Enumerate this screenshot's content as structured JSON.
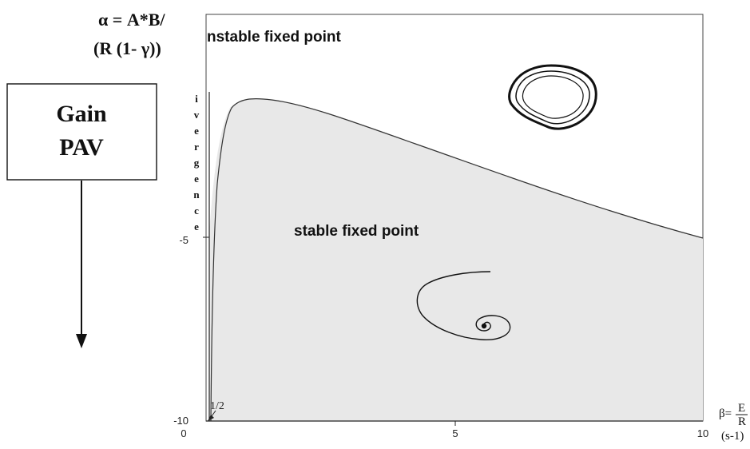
{
  "equation": {
    "line1": "α = A*B/",
    "line2": "(R (1- γ))"
  },
  "gain_box": {
    "line1": "Gain",
    "line2": "PAV"
  },
  "y_axis_label_letters": [
    "i",
    "v",
    "e",
    "r",
    "g",
    "e",
    "n",
    "c",
    "e"
  ],
  "x_axis": {
    "ticks": [
      "0",
      "5",
      "10"
    ],
    "label_beta": "β=",
    "label_frac_num": "E",
    "label_frac_den": "R",
    "unit": "(s-1)"
  },
  "y_axis": {
    "ticks": [
      "-5",
      "-10"
    ]
  },
  "marker_label": "1/2",
  "regions": {
    "unstable": "nstable fixed point",
    "stable": "stable fixed point"
  }
}
